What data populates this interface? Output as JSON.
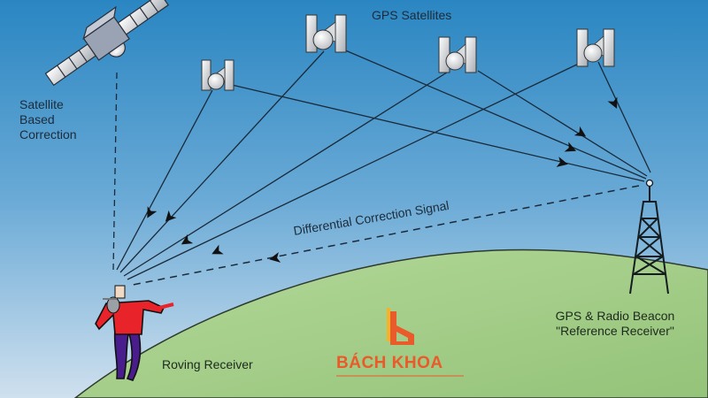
{
  "diagram": {
    "title": "GPS Satellites",
    "labels": {
      "satellite_based_correction": [
        "Satellite",
        "Based",
        "Correction"
      ],
      "differential_signal": "Differential Correction Signal",
      "roving_receiver": "Roving Receiver",
      "beacon_line1": "GPS & Radio Beacon",
      "beacon_line2": "\"Reference Receiver\""
    },
    "logo": {
      "text": "BÁCH KHOA",
      "color": "#ea5a2a"
    },
    "colors": {
      "sky_top": "#2f8ac4",
      "sky_bottom": "#c9deee",
      "ground": "#a6cf8a",
      "shirt": "#e8232a",
      "pants": "#4a1d8c",
      "lines": "#1a2a3a"
    }
  }
}
